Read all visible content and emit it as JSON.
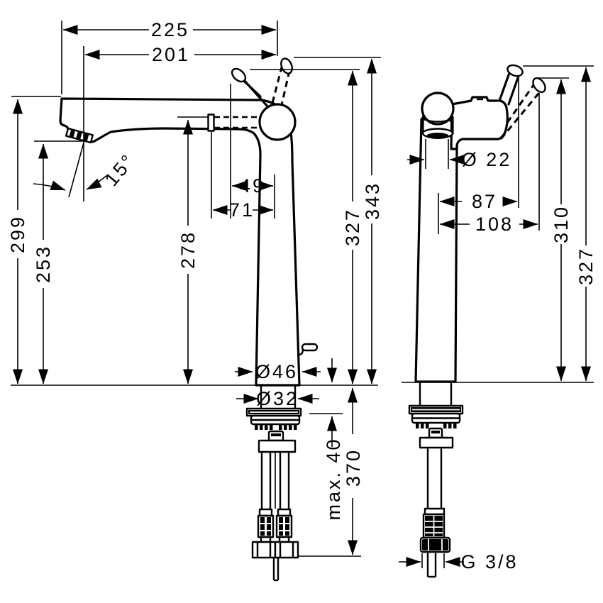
{
  "drawing": {
    "kind": "technical-dimension-drawing",
    "subject": "single-lever basin mixer tap, side and front elevations",
    "background": "#ffffff",
    "line_color": "#000000"
  },
  "side_view": {
    "label": "side-view",
    "dims": {
      "reach_total": "225",
      "reach_spout": "201",
      "spout_angle": "15°",
      "height_spout_top": "299",
      "height_aerator": "253",
      "height_pipe_center": "278",
      "height_lever": "327",
      "height_lever_open": "343",
      "offset_lever": "49",
      "offset_pipe": "71",
      "dia_base": "Ø46",
      "dia_shaft": "Ø32",
      "max_deck_thickness": "max. 40",
      "hose_length": "370"
    }
  },
  "front_view": {
    "label": "front-view",
    "dims": {
      "dia_spout": "Ø 22",
      "width_lever": "87",
      "width_lever_open": "108",
      "height_lever_open": "310",
      "height_lever": "327",
      "thread": "G 3/8"
    }
  }
}
